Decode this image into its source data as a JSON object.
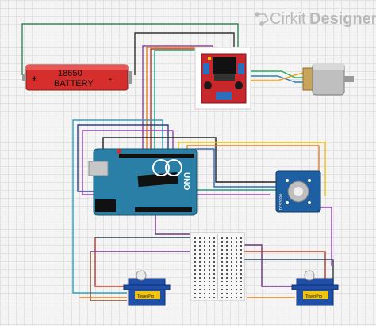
{
  "brand": {
    "name_part1": "Cirkit",
    "name_part2": "Designer",
    "icon": "cirkit-logo-icon"
  },
  "battery": {
    "line1": "18650",
    "line2": "BATTERY",
    "plus": "+",
    "minus": "-"
  },
  "arduino": {
    "board_label": "UNO"
  },
  "color_sensor": {
    "label": "TCS3200"
  },
  "servo_left": {
    "label": "TowerPro"
  },
  "servo_right": {
    "label": "TowerPro"
  },
  "colors": {
    "grid_bg": "#f4f4f4",
    "arduino_blue": "#2a7fa6",
    "driver_red": "#c8282c",
    "sensor_blue": "#1d5fa1",
    "servo_blue": "#1f4fa8",
    "battery_red": "#d62d2d"
  }
}
